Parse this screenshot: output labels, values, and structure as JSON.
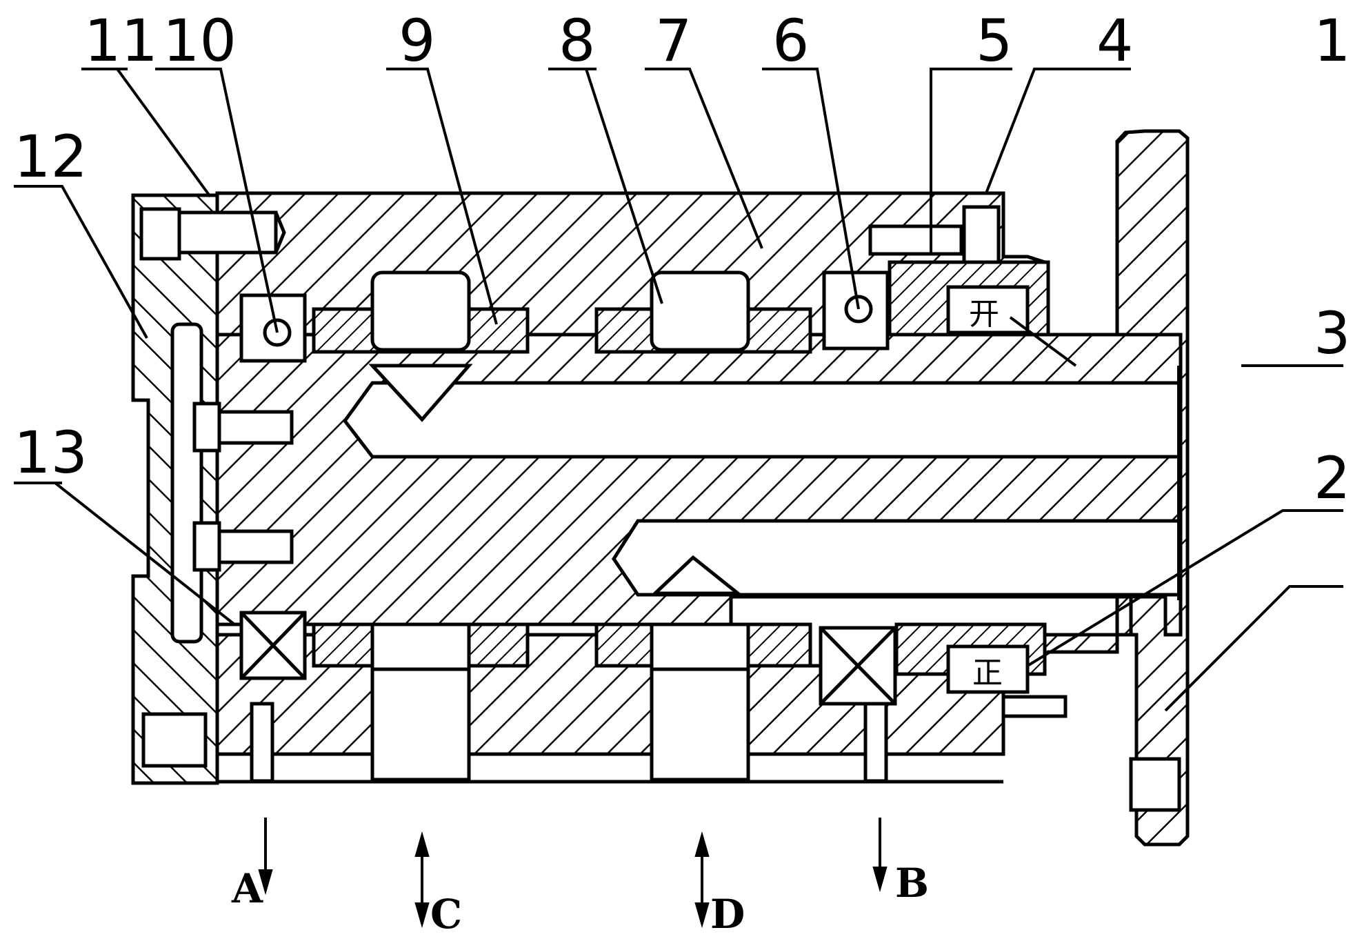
{
  "part_labels": [
    "1",
    "2",
    "3",
    "4",
    "5",
    "6",
    "7",
    "8",
    "9",
    "10",
    "11",
    "12",
    "13"
  ],
  "flow_labels": [
    "A",
    "B",
    "C",
    "D"
  ],
  "glyph_labels": [
    "开",
    "正"
  ]
}
